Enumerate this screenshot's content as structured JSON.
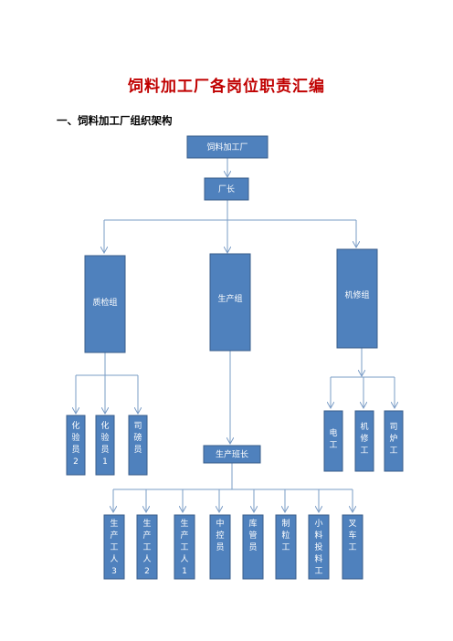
{
  "title": "饲料加工厂各岗位职责汇编",
  "section_heading": "一、饲料加工厂组织架构",
  "colors": {
    "box_fill": "#4f81bd",
    "box_stroke": "#385d8a",
    "line": "#7a9cc6",
    "title": "#c00000"
  },
  "org": {
    "root": "饲料加工厂",
    "director": "厂长",
    "groups": {
      "quality": "质检组",
      "production": "生产组",
      "maintenance": "机修组"
    },
    "quality_staff": [
      "化验员2",
      "化验员1",
      "司磅员"
    ],
    "maintenance_staff": [
      "电工",
      "机修工",
      "司炉工"
    ],
    "production_leader": "生产班长",
    "production_staff": [
      "生产工人3",
      "生产工人2",
      "生产工人1",
      "中控员",
      "库管员",
      "制粒工",
      "小料投料工",
      "叉车工"
    ]
  }
}
